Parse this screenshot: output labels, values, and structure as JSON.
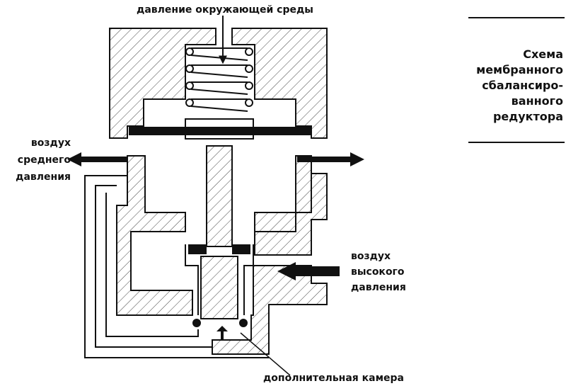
{
  "labels": {
    "ambient_pressure": "давление окружающей среды",
    "medium_air": [
      "воздух",
      "среднего",
      "давления"
    ],
    "high_air": [
      "воздух",
      "высокого",
      "давления"
    ],
    "extra_chamber": "дополнительная камера"
  },
  "title": {
    "lines": [
      "Схема",
      "мембранного",
      "сбалансиро-",
      "ванного",
      "редуктора"
    ]
  }
}
